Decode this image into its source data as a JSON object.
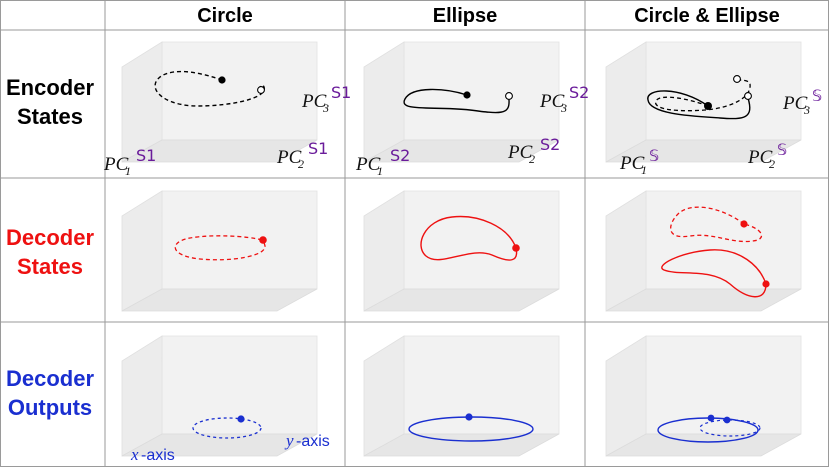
{
  "columns": {
    "circle": "Circle",
    "ellipse": "Ellipse",
    "both": "Circle & Ellipse"
  },
  "rows": {
    "encoder": {
      "line1": "Encoder",
      "line2": "States",
      "color": "#000000"
    },
    "decoder_states": {
      "line1": "Decoder",
      "line2": "States",
      "color": "#ee1111"
    },
    "decoder_outputs": {
      "line1": "Decoder",
      "line2": "Outputs",
      "color": "#1a2fd0"
    }
  },
  "axes": {
    "pc1": "PC",
    "pc1_sub": "1",
    "pc2": "PC",
    "pc2_sub": "2",
    "pc3": "PC",
    "pc3_sub": "3",
    "x_axis_var": "x",
    "x_axis_suffix": "-axis",
    "y_axis_var": "y",
    "y_axis_suffix": "-axis"
  },
  "manifolds": {
    "s1": "S1",
    "s2": "S2",
    "double": "𝕊"
  },
  "colors": {
    "encoder": "#000000",
    "decoder_states": "#ee1111",
    "decoder_outputs": "#1a2fd0",
    "manifold_label": "#6a1b9a"
  }
}
